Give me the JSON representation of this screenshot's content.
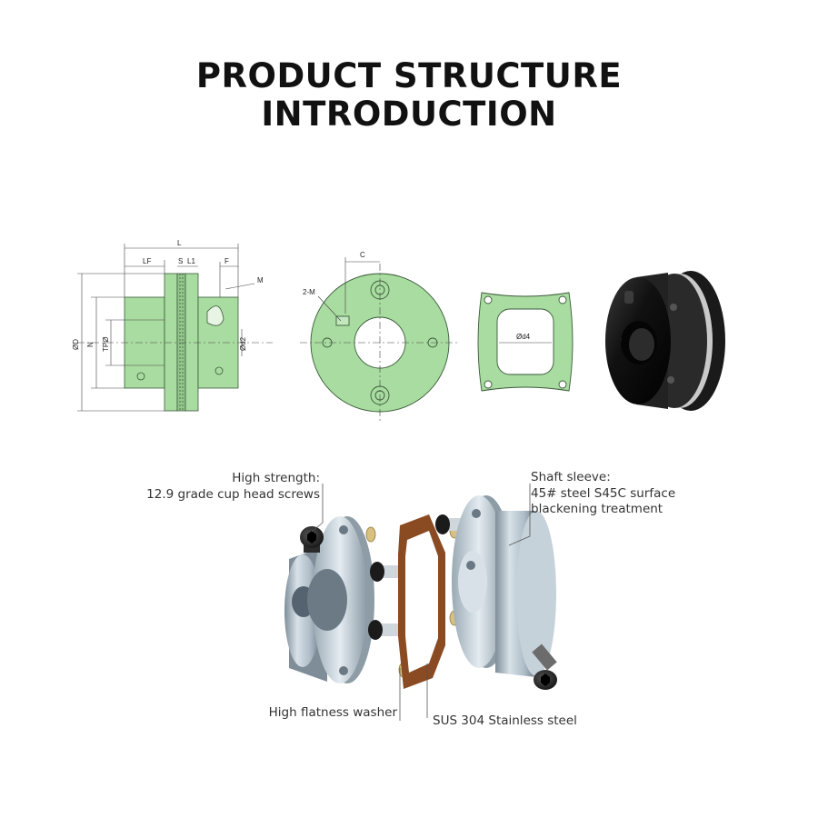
{
  "title": {
    "line1": "PRODUCT STRUCTURE",
    "line2": "INTRODUCTION"
  },
  "drawing_labels": {
    "L": "L",
    "LF": "LF",
    "S": "S",
    "L1": "L1",
    "F": "F",
    "M": "M",
    "OD": "ØD",
    "N": "N",
    "TP": "TPØ",
    "d2": "Ød2",
    "C": "C",
    "M2": "2-M",
    "d4": "Ød4"
  },
  "callouts": {
    "high_strength": {
      "line1": "High strength:",
      "line2": "12.9 grade cup head screws"
    },
    "shaft_sleeve": {
      "line1": "Shaft sleeve:",
      "line2": "45# steel S45C surface",
      "line3": "blackening treatment"
    },
    "washer": "High flatness washer",
    "stainless": "SUS 304 Stainless steel"
  },
  "colors": {
    "drawing_fill": "#a9dca0",
    "drawing_stroke": "#3a5a3a",
    "hub_metal": "#b9c7d2",
    "disc_copper": "#8a4a22",
    "washer_brass": "#d8c080"
  }
}
